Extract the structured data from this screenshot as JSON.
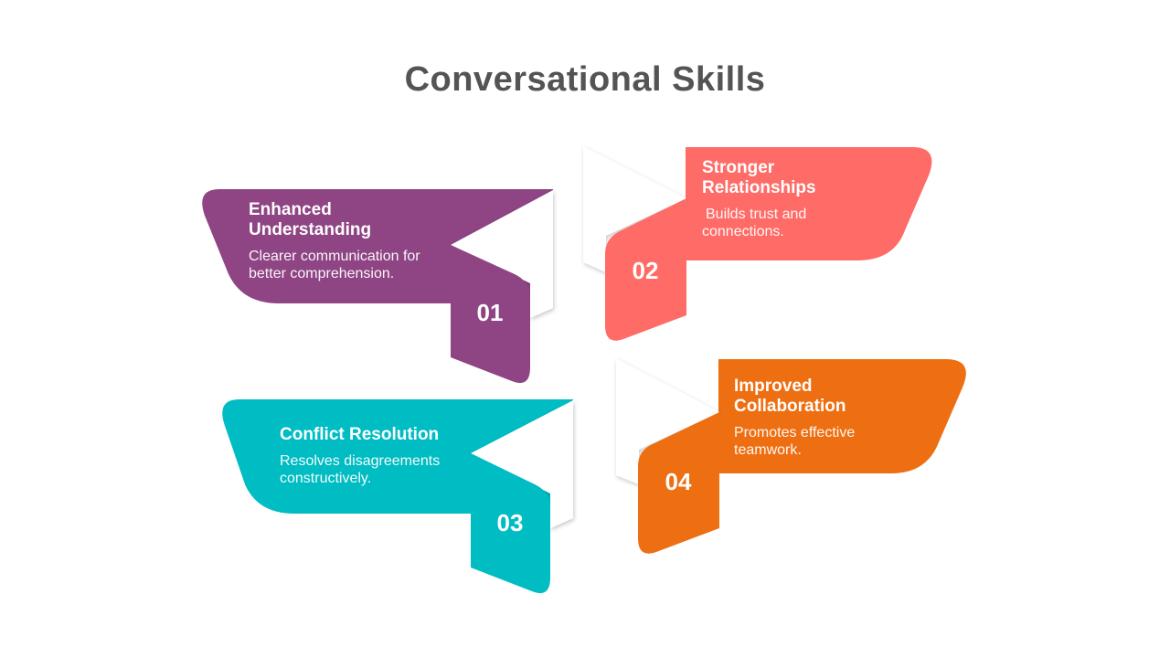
{
  "title": "Conversational Skills",
  "colors": {
    "purple": "#8F4484",
    "coral": "#FF6B66",
    "teal": "#00BCC3",
    "orange": "#EE6F12",
    "fold": "#FFFFFF",
    "title": "#545454"
  },
  "items": [
    {
      "number": "01",
      "heading_line1": "Enhanced",
      "heading_line2": "Understanding",
      "desc_line1": "Clearer communication for",
      "desc_line2": "better comprehension."
    },
    {
      "number": "02",
      "heading_line1": "Stronger",
      "heading_line2": "Relationships",
      "desc_line1": "Builds trust and",
      "desc_line2": "connections."
    },
    {
      "number": "03",
      "heading_line1": "Conflict Resolution",
      "heading_line2": "",
      "desc_line1": "Resolves disagreements",
      "desc_line2": "constructively."
    },
    {
      "number": "04",
      "heading_line1": "Improved",
      "heading_line2": "Collaboration",
      "desc_line1": "Promotes effective",
      "desc_line2": "teamwork."
    }
  ]
}
